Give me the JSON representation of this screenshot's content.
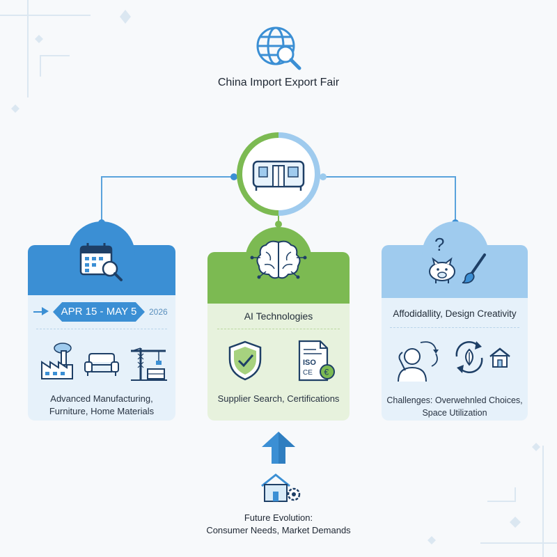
{
  "header": {
    "title": "China Import Export Fair"
  },
  "hub": {
    "icon": "modular-house-icon"
  },
  "cards": {
    "left": {
      "header_icon": "calendar-search-icon",
      "date_range": "APR 15 - MAY 5",
      "year": "2026",
      "icons": [
        "factory-icon",
        "sofa-icon",
        "construction-crane-icon"
      ],
      "caption_line1": "Advanced Manufacturing,",
      "caption_line2": "Furniture, Home Materials"
    },
    "center": {
      "header_icon": "ai-brain-icon",
      "heading": "AI Technologies",
      "icons": [
        "shield-check-icon",
        "certificate-icon"
      ],
      "certificate_text_1": "ISO",
      "certificate_text_2": "CE",
      "certificate_text_3": "€",
      "caption": "Supplier Search, Certifications"
    },
    "right": {
      "header_icons": [
        "question-mark-icon",
        "piggy-bank-icon",
        "paintbrush-icon"
      ],
      "question": "?",
      "heading": "Affodidallity, Design Creativity",
      "icons": [
        "confused-person-icon",
        "recycle-icon",
        "house-icon"
      ],
      "caption_line1": "Challenges: Overwehnled Choices,",
      "caption_line2": "Space Utilization"
    }
  },
  "footer": {
    "icon": "house-gear-icon",
    "title": "Future Evolution:",
    "subtitle": "Consumer Needs, Market Demands"
  },
  "colors": {
    "blue": "#3b8fd4",
    "light_blue": "#d9ebf8",
    "green": "#7cba52",
    "light_green": "#e4f1d8"
  }
}
